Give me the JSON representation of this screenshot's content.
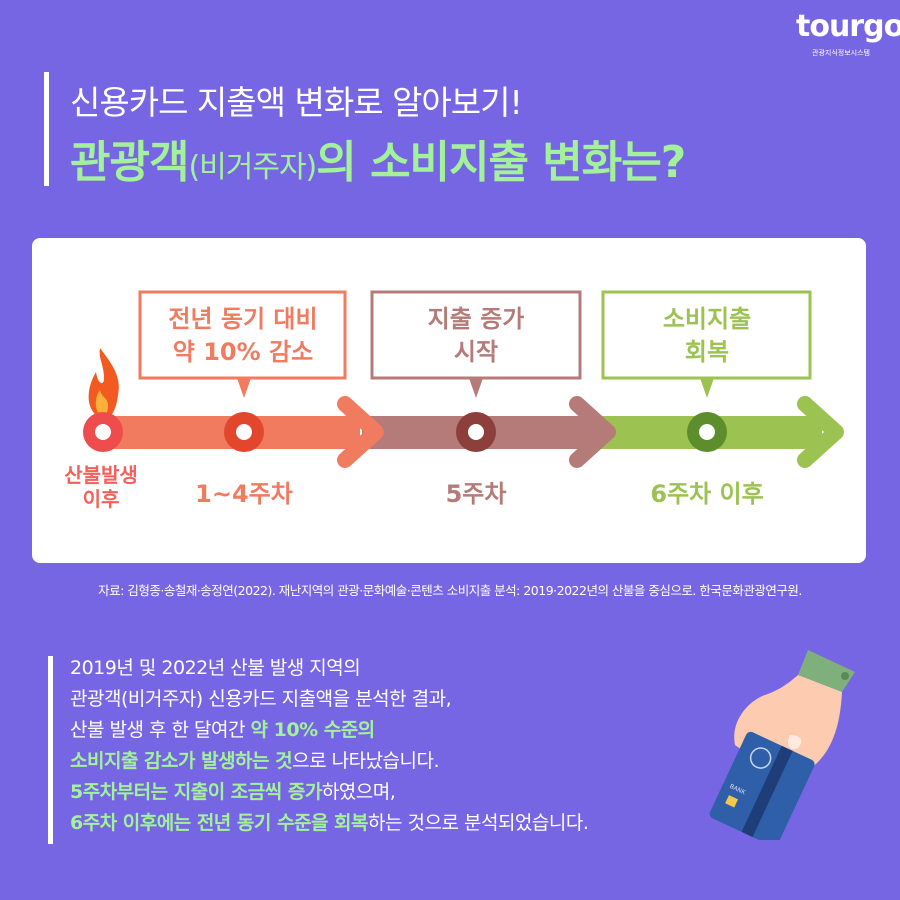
{
  "logo": {
    "word": "tourgo",
    "subtitle": "관광지식정보시스템"
  },
  "header": {
    "title_line1": "신용카드 지출액 변화로 알아보기!",
    "title_line2_a": "관광객",
    "title_line2_paren": "(비거주자)",
    "title_line2_b": "의 소비지출 변화는?"
  },
  "timeline": {
    "start_label_1": "산불발생",
    "start_label_2": "이후",
    "stages": [
      {
        "box_line1": "전년 동기 대비",
        "box_line2": "약 10% 감소",
        "label": "1~4주차",
        "color": "#f07b5f"
      },
      {
        "box_line1": "지출 증가",
        "box_line2": "시작",
        "label": "5주차",
        "color": "#b57b78"
      },
      {
        "box_line1": "소비지출",
        "box_line2": "회복",
        "label": "6주차 이후",
        "color": "#9cc352"
      }
    ]
  },
  "source": "자료: 김형종·송철재·송정연(2022). 재난지역의 관광·문화예술·콘텐츠 소비지출 분석: 2019·2022년의 산불을 중심으로. 한국문화관광연구원.",
  "body": {
    "l1": "2019년 및 2022년 산불 발생 지역의",
    "l2": "관광객(비거주자) 신용카드 지출액을 분석한 결과,",
    "l3a": "산불 발생 후 한 달여간 ",
    "l3b": "약 10% 수준의",
    "l4a": "소비지출 감소가 발생하는 것",
    "l4b": "으로 나타났습니다.",
    "l5a": "5주차부터는 지출이 조금씩 증가",
    "l5b": "하였으며,",
    "l6a": "6주차 이후에는 전년 동기 수준을 회복",
    "l6b": "하는 것으로 분석되었습니다."
  },
  "illustration": {
    "card_text": "BANK"
  }
}
